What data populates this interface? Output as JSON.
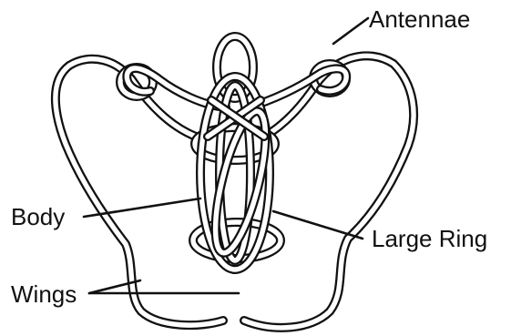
{
  "labels": {
    "antennae": "Antennae",
    "body": "Body",
    "large_ring": "Large Ring",
    "wings": "Wings"
  },
  "colors": {
    "line": "#111111",
    "background": "#ffffff"
  }
}
